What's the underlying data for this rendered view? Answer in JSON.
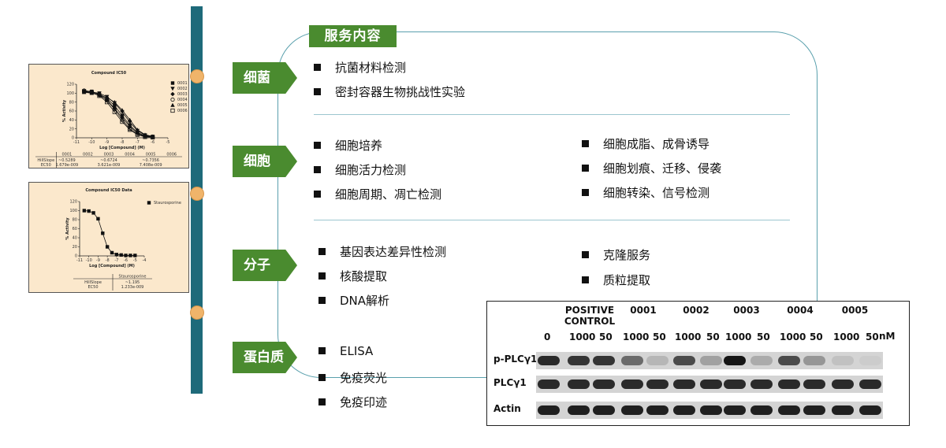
{
  "title": "服务内容",
  "categories": [
    {
      "label": "细菌"
    },
    {
      "label": "细胞"
    },
    {
      "label": "分子"
    },
    {
      "label": "蛋白质"
    }
  ],
  "items": {
    "bacteria": [
      "抗菌材料检测",
      "密封容器生物挑战性实验"
    ],
    "cell_left": [
      "细胞培养",
      "细胞活力检测",
      "细胞周期、凋亡检测"
    ],
    "cell_right": [
      "细胞成脂、成骨诱导",
      "细胞划痕、迁移、侵袭",
      "细胞转染、信号检测"
    ],
    "molecule_left": [
      "基因表达差异性检测",
      "核酸提取",
      "DNA解析"
    ],
    "molecule_right": [
      "克隆服务",
      "质粒提取"
    ],
    "protein": [
      "ELISA",
      "免疫荧光",
      "免疫印迹"
    ]
  },
  "colors": {
    "accent_green": "#4a8b2f",
    "bar_teal": "#1e6a7a",
    "dot_orange": "#f0b46a",
    "card_bg": "#fbe8cc",
    "frame_line": "#5aa0ad"
  },
  "chart_data": [
    {
      "type": "line",
      "title": "Compound IC50",
      "xlabel": "Log [Compound] (M)",
      "ylabel": "% Activity",
      "x_ticks": [
        "-11",
        "-10",
        "-9",
        "-8",
        "-7",
        "-6",
        "-5"
      ],
      "y_ticks": [
        "0",
        "20",
        "40",
        "60",
        "80",
        "100",
        "120"
      ],
      "xlim": [
        -11,
        -5
      ],
      "ylim": [
        0,
        120
      ],
      "legend": "right",
      "series": [
        {
          "name": "0001",
          "marker": "square",
          "x": [
            -10.5,
            -10,
            -9.5,
            -9,
            -8.5,
            -8,
            -7.5,
            -7,
            -6.5,
            -6
          ],
          "y": [
            105,
            104,
            98,
            88,
            72,
            50,
            28,
            12,
            5,
            3
          ]
        },
        {
          "name": "0002",
          "marker": "triangle-down",
          "x": [
            -10.5,
            -10,
            -9.5,
            -9,
            -8.5,
            -8,
            -7.5,
            -7,
            -6.5,
            -6
          ],
          "y": [
            104,
            102,
            100,
            92,
            78,
            58,
            35,
            16,
            6,
            2
          ]
        },
        {
          "name": "0003",
          "marker": "diamond",
          "x": [
            -10.5,
            -10,
            -9.5,
            -9,
            -8.5,
            -8,
            -7.5,
            -7,
            -6.5,
            -6
          ],
          "y": [
            103,
            101,
            95,
            85,
            66,
            45,
            25,
            10,
            4,
            2
          ]
        },
        {
          "name": "0004",
          "marker": "circle-open",
          "x": [
            -10.5,
            -10,
            -9.5,
            -9,
            -8.5,
            -8,
            -7.5,
            -7,
            -6.5,
            -6
          ],
          "y": [
            106,
            103,
            97,
            84,
            64,
            40,
            20,
            8,
            3,
            1
          ]
        },
        {
          "name": "0005",
          "marker": "triangle",
          "x": [
            -10.5,
            -10,
            -9.5,
            -9,
            -8.5,
            -8,
            -7.5,
            -7,
            -6.5,
            -6
          ],
          "y": [
            102,
            100,
            96,
            90,
            80,
            62,
            40,
            18,
            7,
            3
          ]
        },
        {
          "name": "0006",
          "marker": "square-open",
          "x": [
            -10.5,
            -10,
            -9.5,
            -9,
            -8.5,
            -8,
            -7.5,
            -7,
            -6.5,
            -6
          ],
          "y": [
            104,
            102,
            94,
            80,
            58,
            36,
            18,
            7,
            2,
            1
          ]
        }
      ],
      "table": {
        "columns": [
          "",
          "0001",
          "0002",
          "0003",
          "0004",
          "0005",
          "0006"
        ],
        "rows": [
          [
            "HillSlope",
            "~0.5289",
            "",
            "~0.6724",
            "",
            "~0.7356",
            ""
          ],
          [
            "EC50",
            "1.679e-009",
            "",
            "3.621e-009",
            "",
            "7.408e-009",
            ""
          ]
        ]
      }
    },
    {
      "type": "line",
      "title": "Compound IC50 Data",
      "xlabel": "Log [Compound] (M)",
      "ylabel": "% Activity",
      "x_ticks": [
        "-11",
        "-10",
        "-9",
        "-8",
        "-7",
        "-6",
        "-5",
        "-4"
      ],
      "y_ticks": [
        "0",
        "20",
        "40",
        "60",
        "80",
        "100",
        "120"
      ],
      "xlim": [
        -11,
        -4
      ],
      "ylim": [
        0,
        120
      ],
      "legend": "top-right",
      "series": [
        {
          "name": "Staurosporine",
          "marker": "square",
          "x": [
            -10.5,
            -10,
            -9.5,
            -9,
            -8.5,
            -8,
            -7.5,
            -7,
            -6.5,
            -6,
            -5.5,
            -5
          ],
          "y": [
            100,
            99,
            95,
            82,
            50,
            20,
            7,
            3,
            2,
            1,
            1,
            1
          ]
        }
      ],
      "table": {
        "columns": [
          "",
          "Staurosporine"
        ],
        "rows": [
          [
            "HillSlope",
            "~1.195"
          ],
          [
            "EC50",
            "1.233e-009"
          ]
        ]
      }
    }
  ],
  "western_blot": {
    "header_groups": [
      {
        "label": "POSITIVE\nCONTROL"
      },
      {
        "label": "0001"
      },
      {
        "label": "0002"
      },
      {
        "label": "0003"
      },
      {
        "label": "0004"
      },
      {
        "label": "0005"
      }
    ],
    "dose_labels": [
      "0",
      "1000",
      "50",
      "1000",
      "50",
      "1000",
      "50",
      "1000",
      "50",
      "1000",
      "50",
      "1000",
      "50"
    ],
    "unit": "nM",
    "row_labels": [
      "p-PLCγ1",
      "PLCγ1",
      "Actin"
    ],
    "band_intensity": {
      "p-PLCγ1": [
        0.85,
        0.8,
        0.8,
        0.55,
        0.2,
        0.7,
        0.3,
        0.95,
        0.25,
        0.7,
        0.35,
        0.15,
        0.1
      ],
      "PLCγ1": [
        0.85,
        0.85,
        0.85,
        0.85,
        0.85,
        0.85,
        0.85,
        0.85,
        0.85,
        0.85,
        0.85,
        0.85,
        0.85
      ],
      "Actin": [
        0.9,
        0.9,
        0.9,
        0.9,
        0.9,
        0.9,
        0.9,
        0.9,
        0.9,
        0.9,
        0.9,
        0.9,
        0.9
      ]
    }
  }
}
